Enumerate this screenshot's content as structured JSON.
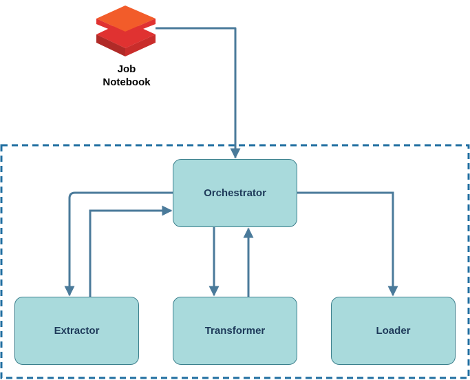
{
  "source": {
    "icon": "databricks-logo-icon",
    "label_line1": "Job",
    "label_line2": "Notebook"
  },
  "nodes": {
    "orchestrator": "Orchestrator",
    "extractor": "Extractor",
    "transformer": "Transformer",
    "loader": "Loader"
  },
  "colors": {
    "node_fill": "#a9dadc",
    "node_border": "#3b7f8c",
    "node_text": "#1e3a5a",
    "arrow": "#4a7a9a",
    "boundary": "#1f6ea0",
    "logo_top": "#f25c2a",
    "logo_bottom": "#e03231"
  }
}
